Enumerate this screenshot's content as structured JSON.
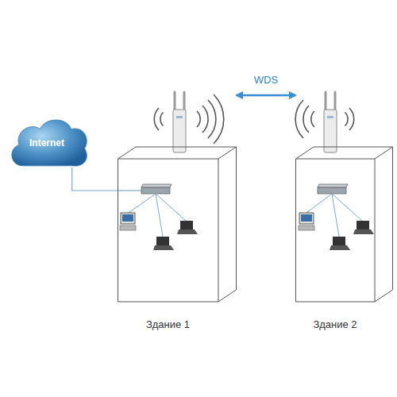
{
  "diagram": {
    "nodes": [
      {
        "text": [
          "Internet"
        ]
      },
      {
        "text": [
          "Здание 1"
        ]
      },
      {
        "text": [
          "Здание 2"
        ]
      }
    ],
    "edges": [
      {
        "from": 0,
        "to": 1,
        "arrow": "none"
      },
      {
        "from": 1,
        "to": 2,
        "label": "WDS",
        "arrow": "both"
      }
    ]
  }
}
